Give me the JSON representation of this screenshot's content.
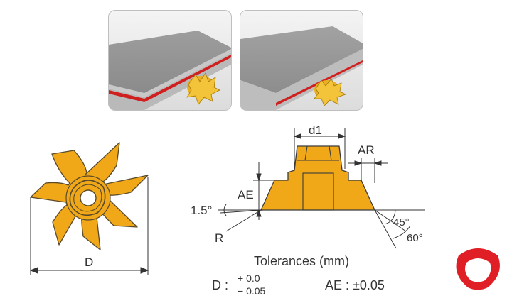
{
  "photos": {
    "left": {
      "alt": "slotting application photo"
    },
    "right": {
      "alt": "grooving application photo"
    }
  },
  "insert_top_view": {
    "dimension_label": "D"
  },
  "profile_view": {
    "d1_label": "d1",
    "ar_label": "AR",
    "ae_label": "AE",
    "angle_small": "1.5°",
    "r_label": "R",
    "angle_45": "45°",
    "angle_60": "60°"
  },
  "tolerances": {
    "title": "Tolerances (mm)",
    "d_label": "D :",
    "d_upper": "+ 0.0",
    "d_lower": "− 0.05",
    "ae_text": "AE : ±0.05"
  },
  "badge": {
    "icon": "triangle-ring-icon",
    "color": "#e01e25"
  },
  "colors": {
    "insert_gold": "#f0a818",
    "insert_outline": "#5a4a2a",
    "groove_red": "#d01f1f"
  }
}
